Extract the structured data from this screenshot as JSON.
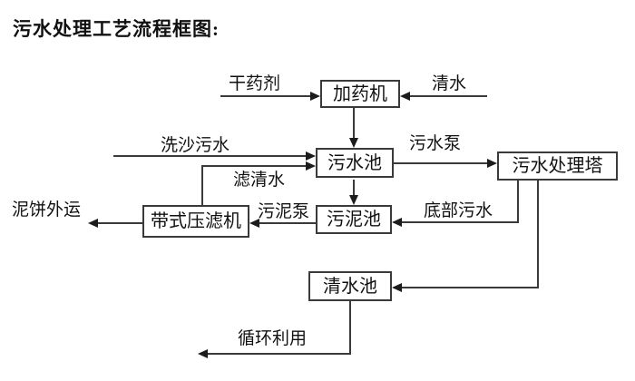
{
  "title": "污水处理工艺流程框图:",
  "diagram": {
    "type": "flowchart",
    "boxes": [
      {
        "id": "dosing-machine",
        "label": "加药机"
      },
      {
        "id": "wastewater-pool",
        "label": "污水池"
      },
      {
        "id": "treatment-tower",
        "label": "污水处理塔"
      },
      {
        "id": "belt-filter-press",
        "label": "带式压滤机"
      },
      {
        "id": "sludge-pool",
        "label": "污泥池"
      },
      {
        "id": "clean-water-pool",
        "label": "清水池"
      }
    ],
    "flow_labels": [
      {
        "id": "dry-agent",
        "text": "干药剂"
      },
      {
        "id": "clean-water-in",
        "text": "清水"
      },
      {
        "id": "sand-washing-wastewater",
        "text": "洗沙污水"
      },
      {
        "id": "filtered-water",
        "text": "滤清水"
      },
      {
        "id": "wastewater-pump",
        "text": "污水泵"
      },
      {
        "id": "sludge-pump",
        "text": "污泥泵"
      },
      {
        "id": "mud-cake-out",
        "text": "泥饼外运"
      },
      {
        "id": "bottom-wastewater",
        "text": "底部污水"
      },
      {
        "id": "recycling-use",
        "text": "循环利用"
      }
    ],
    "edges": [
      {
        "from": "干药剂",
        "to": "加药机",
        "label": ""
      },
      {
        "from": "清水",
        "to": "加药机",
        "label": ""
      },
      {
        "from": "加药机",
        "to": "污水池",
        "label": ""
      },
      {
        "from": "洗沙污水",
        "to": "污水池",
        "label": ""
      },
      {
        "from": "带式压滤机",
        "to": "污水池",
        "label": "滤清水"
      },
      {
        "from": "污水池",
        "to": "污水处理塔",
        "label": "污水泵"
      },
      {
        "from": "污水池",
        "to": "污泥池",
        "label": ""
      },
      {
        "from": "污泥池",
        "to": "带式压滤机",
        "label": "污泥泵"
      },
      {
        "from": "带式压滤机",
        "to": "泥饼外运",
        "label": ""
      },
      {
        "from": "污水处理塔",
        "to": "污泥池",
        "label": "底部污水"
      },
      {
        "from": "污水处理塔",
        "to": "清水池",
        "label": ""
      },
      {
        "from": "清水池",
        "to": "循环利用",
        "label": ""
      }
    ]
  },
  "colors": {
    "background": "#ffffff",
    "line": "#3a3a3a",
    "text": "#111111"
  }
}
